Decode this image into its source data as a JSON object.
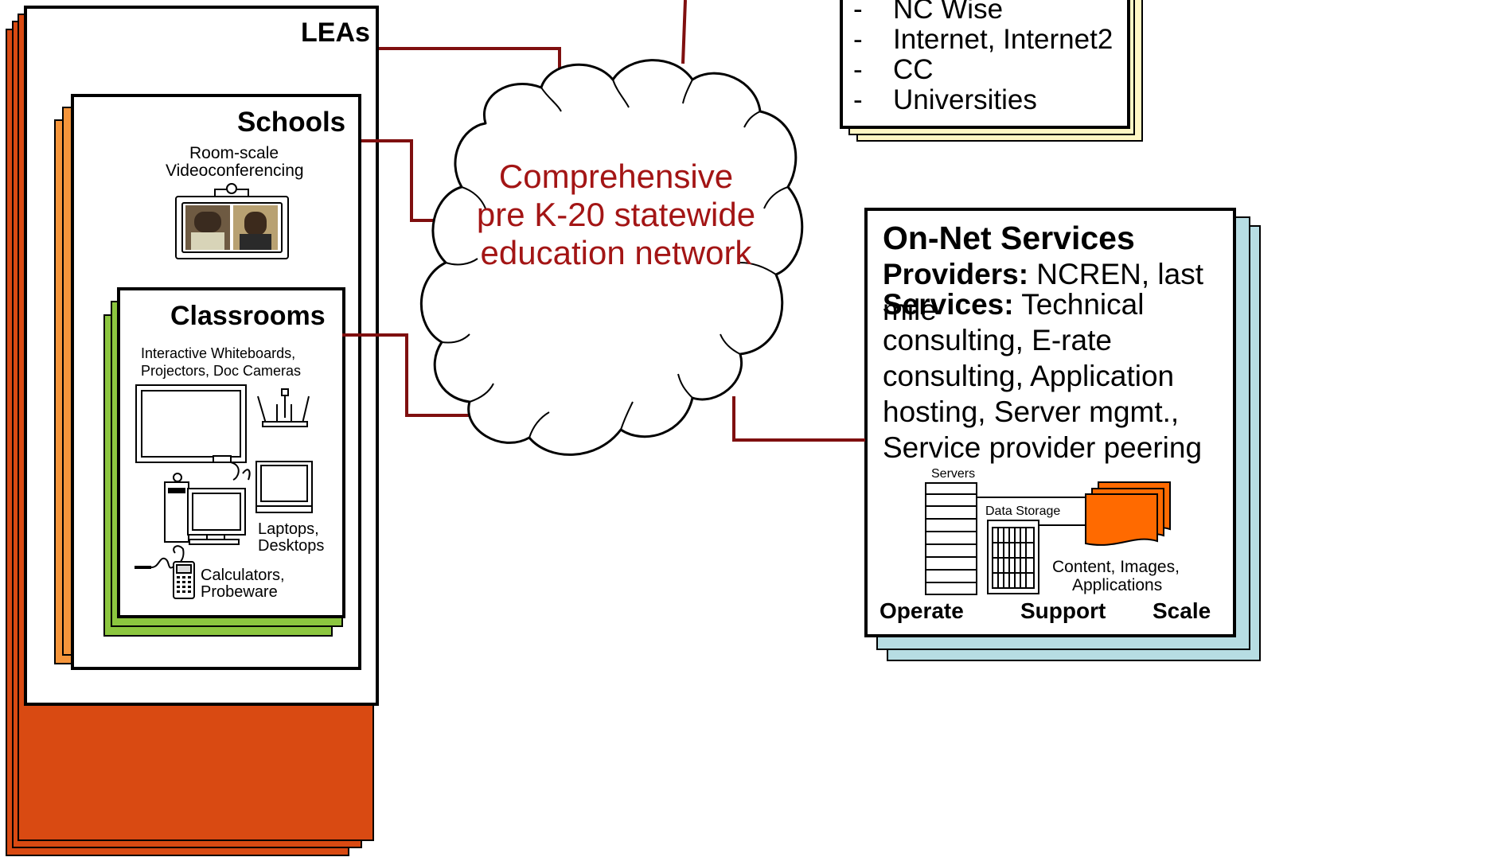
{
  "colors": {
    "leas_stack": "#d94a12",
    "schools_stack": "#f5953b",
    "classrooms_stack": "#8cc63f",
    "onnet_stack": "#b7dde3",
    "topright_stack": "#fff7c4",
    "connector": "#7f0f0f",
    "cloud_text": "#a31515",
    "accent_orange": "#ff6a00"
  },
  "leas": {
    "title": "LEAs"
  },
  "schools": {
    "title": "Schools",
    "video_label_line1": "Room-scale",
    "video_label_line2": "Videoconferencing"
  },
  "classrooms": {
    "title": "Classrooms",
    "whiteboards_line1": "Interactive Whiteboards,",
    "whiteboards_line2": "Projectors, Doc Cameras",
    "laptops_line1": "Laptops,",
    "laptops_line2": "Desktops",
    "calculators_line1": "Calculators,",
    "calculators_line2": "Probeware"
  },
  "cloud": {
    "line1": "Comprehensive",
    "line2": "pre K-20 statewide",
    "line3": "education network"
  },
  "top_right": {
    "items": [
      "NC Wise",
      "Internet, Internet2",
      "CC",
      "Universities"
    ],
    "dash": "-"
  },
  "onnet": {
    "title": "On-Net Services",
    "providers_label": "Providers:",
    "providers_text": " NCREN, last mile",
    "services_label": "Services:",
    "services_text": " Technical consulting, E-rate consulting, Application hosting, Server mgmt., Service provider peering",
    "servers_label": "Servers",
    "storage_label": "Data Storage",
    "content_line1": "Content, Images,",
    "content_line2": "Applications",
    "footer": [
      "Operate",
      "Support",
      "Scale"
    ]
  },
  "icons": [
    "videoconference-camera-icon",
    "video-screen-icon",
    "whiteboard-icon",
    "projector-icon",
    "desktop-computer-icon",
    "laptop-icon",
    "graphing-calculator-icon",
    "probe-icon",
    "server-rack-icon",
    "data-storage-icon",
    "document-stack-icon"
  ]
}
